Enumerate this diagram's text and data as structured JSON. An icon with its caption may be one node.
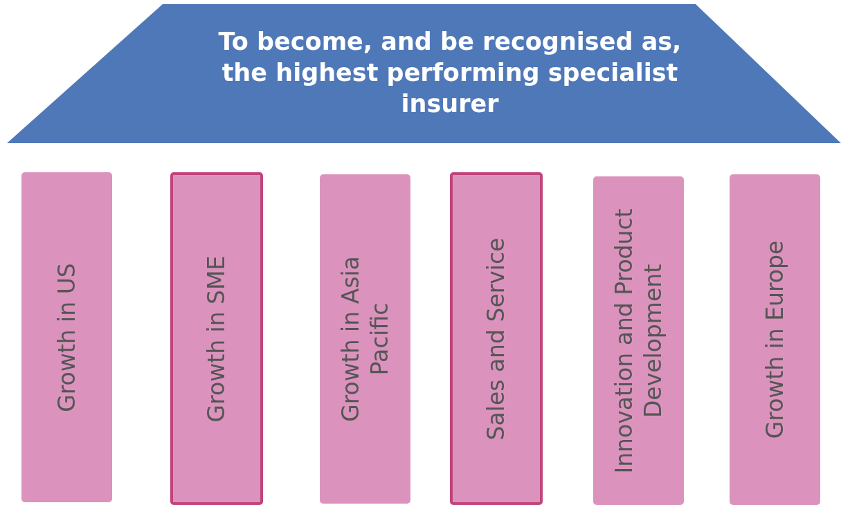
{
  "diagram": {
    "nodes": [
      {
        "text": [
          "To become, and be recognised as, the highest performing specialist insurer"
        ]
      },
      {
        "text": [
          "Growth in US"
        ]
      },
      {
        "text": [
          "Growth in SME"
        ]
      },
      {
        "text": [
          "Growth in Asia Pacific"
        ]
      },
      {
        "text": [
          "Sales and Service"
        ]
      },
      {
        "text": [
          "Innovation and Product Development"
        ]
      },
      {
        "text": [
          "Growth in Europe"
        ]
      }
    ]
  }
}
